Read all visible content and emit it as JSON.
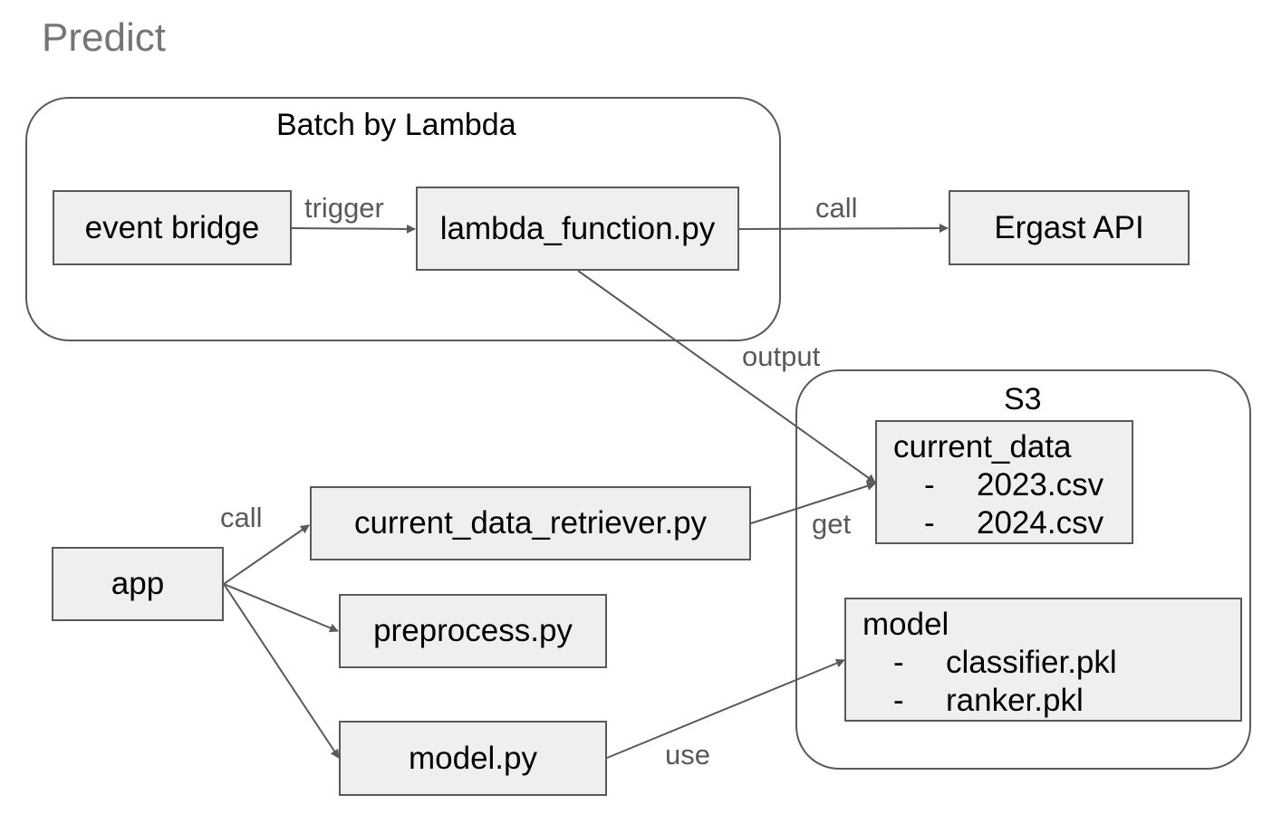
{
  "title": "Predict",
  "containers": {
    "batch": {
      "label": "Batch by Lambda"
    },
    "s3": {
      "label": "S3"
    }
  },
  "nodes": {
    "event_bridge": "event bridge",
    "lambda_function": "lambda_function.py",
    "ergast_api": "Ergast API",
    "app": "app",
    "current_data_retriever": "current_data_retriever.py",
    "preprocess": "preprocess.py",
    "model_py": "model.py"
  },
  "stores": {
    "current_data": {
      "title": "current_data",
      "items": [
        "2023.csv",
        "2024.csv"
      ]
    },
    "model": {
      "title": "model",
      "items": [
        "classifier.pkl",
        "ranker.pkl"
      ]
    }
  },
  "bullet": "-",
  "edges": {
    "trigger": "trigger",
    "call_api": "call",
    "output": "output",
    "call_retriever": "call",
    "get": "get",
    "use": "use"
  },
  "colors": {
    "node_fill": "#efefef",
    "stroke": "#595959",
    "title_text": "#757575"
  }
}
